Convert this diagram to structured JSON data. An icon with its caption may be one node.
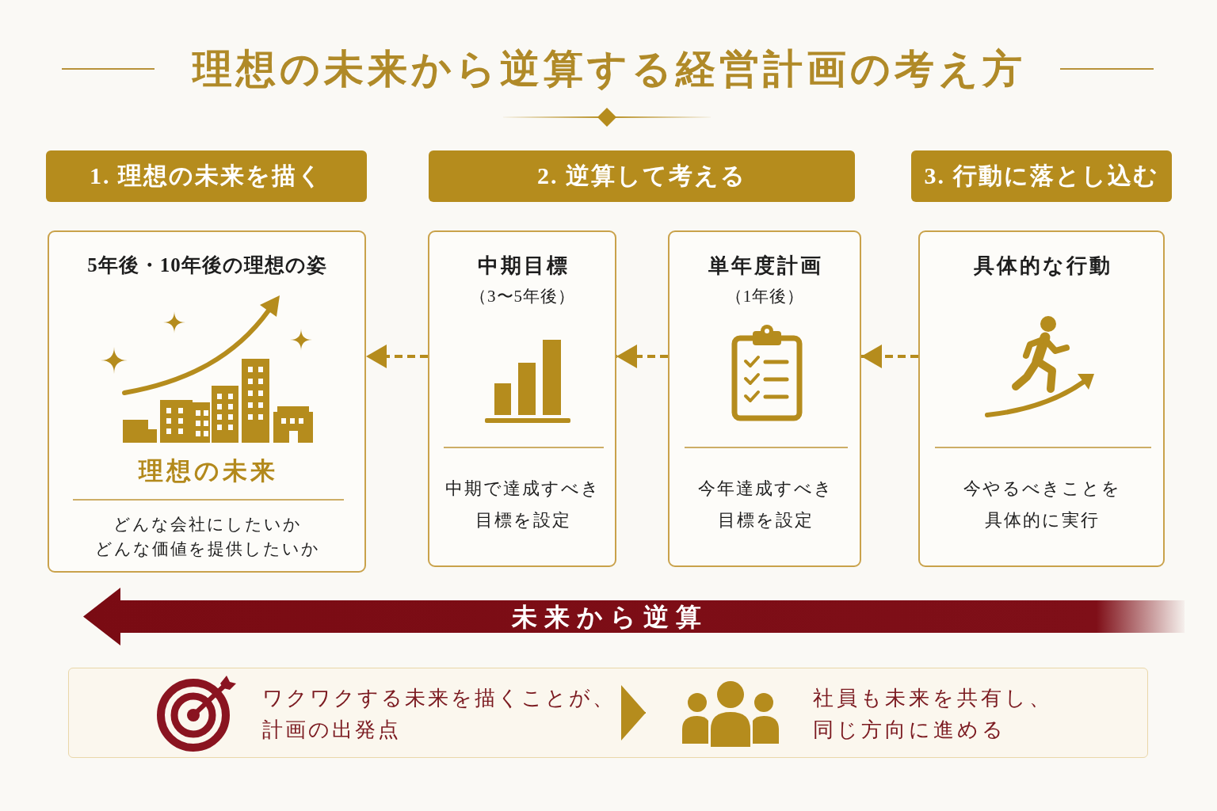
{
  "diagram": {
    "title": "理想の未来から逆算する経営計画の考え方",
    "nodes": [
      {
        "text": [
          "1. 理想の未来を描く"
        ]
      },
      {
        "text": [
          "2. 逆算して考える"
        ]
      },
      {
        "text": [
          "3. 行動に落とし込む"
        ]
      },
      {
        "text": [
          "5年後・10年後の理想の姿",
          "理想の未来",
          "どんな会社にしたいか",
          "どんな価値を提供したいか"
        ]
      },
      {
        "text": [
          "中期目標",
          "（3〜5年後）",
          "中期で達成すべき目標を設定"
        ]
      },
      {
        "text": [
          "単年度計画",
          "（1年後）",
          "今年達成すべき目標を設定"
        ]
      },
      {
        "text": [
          "具体的な行動",
          "今やるべきことを具体的に実行"
        ]
      },
      {
        "text": [
          "未来から逆算"
        ]
      },
      {
        "text": [],
        "shape": "box"
      },
      {
        "text": [
          "ワクワクする未来を描くことが、計画の出発点"
        ],
        "in": 8
      },
      {
        "text": [
          "社員も未来を共有し、同じ方向に進める"
        ],
        "in": 8
      }
    ],
    "edges": [
      {
        "from": 6,
        "to": 5,
        "arrow": "to",
        "style": "dashed"
      },
      {
        "from": 5,
        "to": 4,
        "arrow": "to",
        "style": "dashed"
      },
      {
        "from": 4,
        "to": 3,
        "arrow": "to",
        "style": "dashed"
      },
      {
        "from": 9,
        "to": 10,
        "arrow": "to"
      }
    ]
  }
}
